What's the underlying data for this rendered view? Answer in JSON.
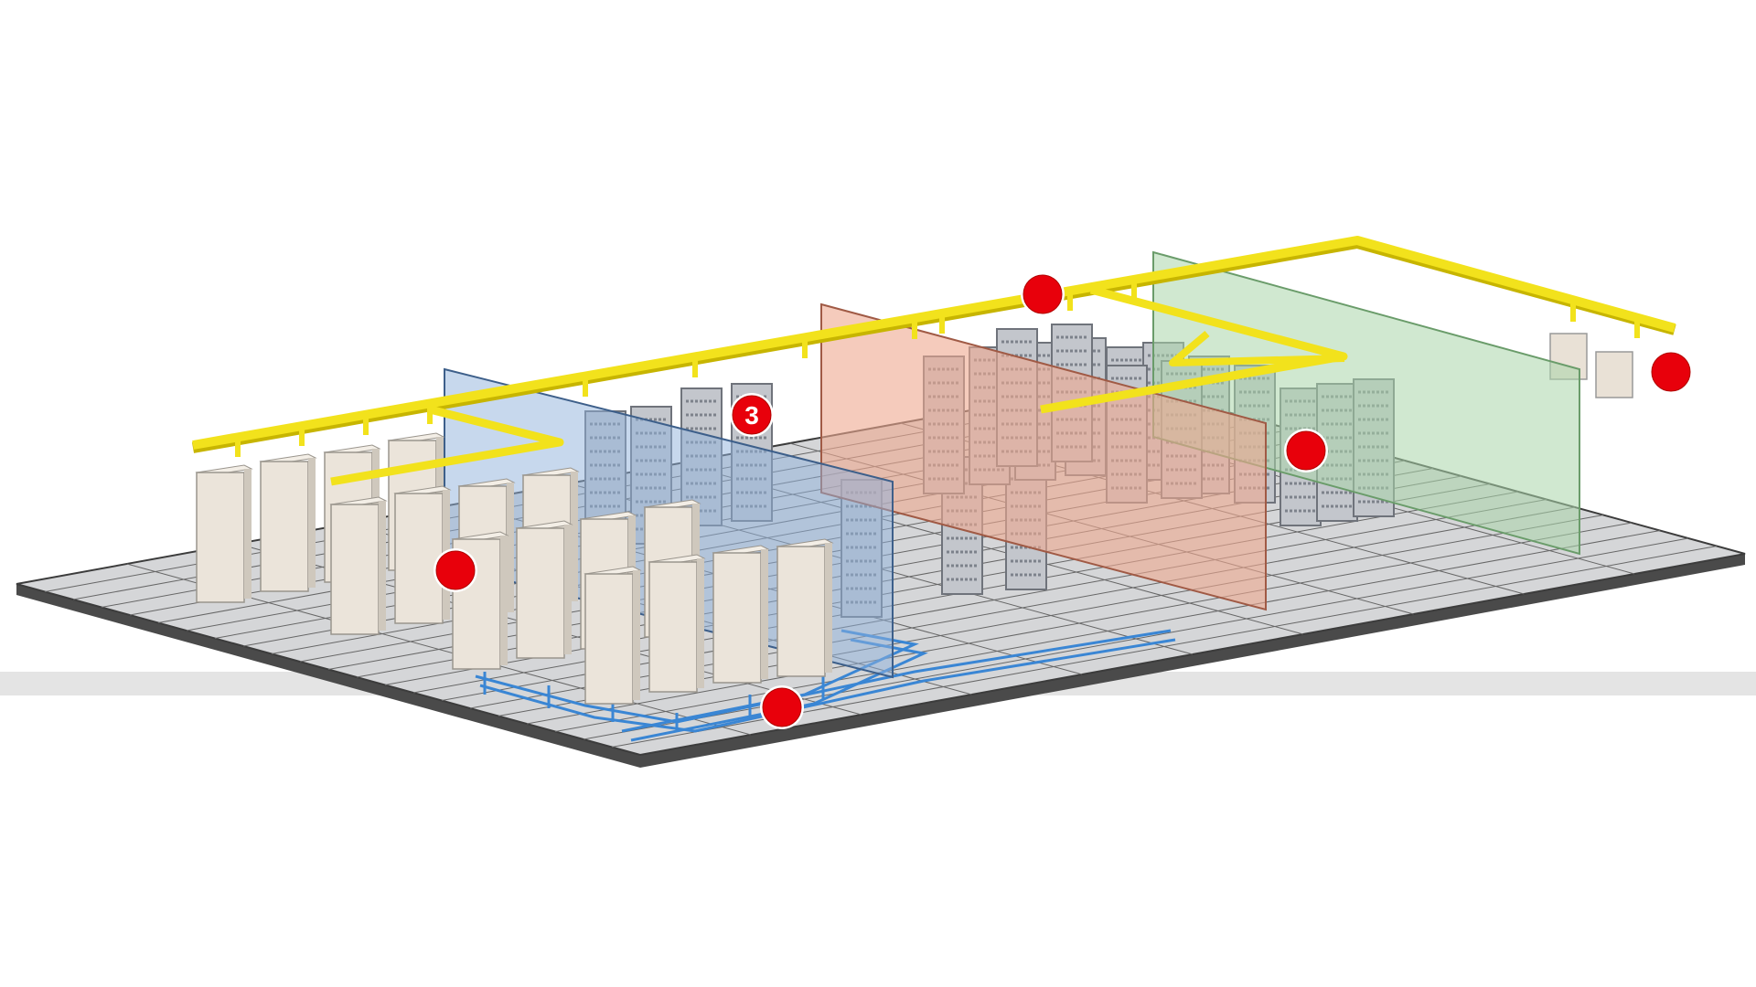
{
  "colors": {
    "background": "#ffffff",
    "band": "#e4e4e4",
    "floor": "#d5d6d8",
    "floor_grid": "#555555",
    "floor_edge": "#3c3c3c",
    "cable_tray": "#f2e21c",
    "cabinet": "#ebe4da",
    "rack": "#b9bcc4",
    "zone_blue": "#8fb2dc",
    "zone_red": "#eea88f",
    "zone_green": "#a9d5a9",
    "cabling": "#3a86d4",
    "marker": "#e8000b"
  },
  "zones": [
    {
      "name": "blue-zone"
    },
    {
      "name": "red-zone"
    },
    {
      "name": "green-zone"
    }
  ],
  "markers": [
    {
      "name": "hotspot-tray-junction",
      "label": ""
    },
    {
      "name": "hotspot-wall-panels",
      "label": ""
    },
    {
      "name": "hotspot-green-zone-racks",
      "label": ""
    },
    {
      "name": "hotspot-power-cabinets",
      "label": ""
    },
    {
      "name": "hotspot-underfloor-cabling",
      "label": ""
    },
    {
      "name": "hotspot-numbered-rack",
      "label": "3"
    }
  ]
}
